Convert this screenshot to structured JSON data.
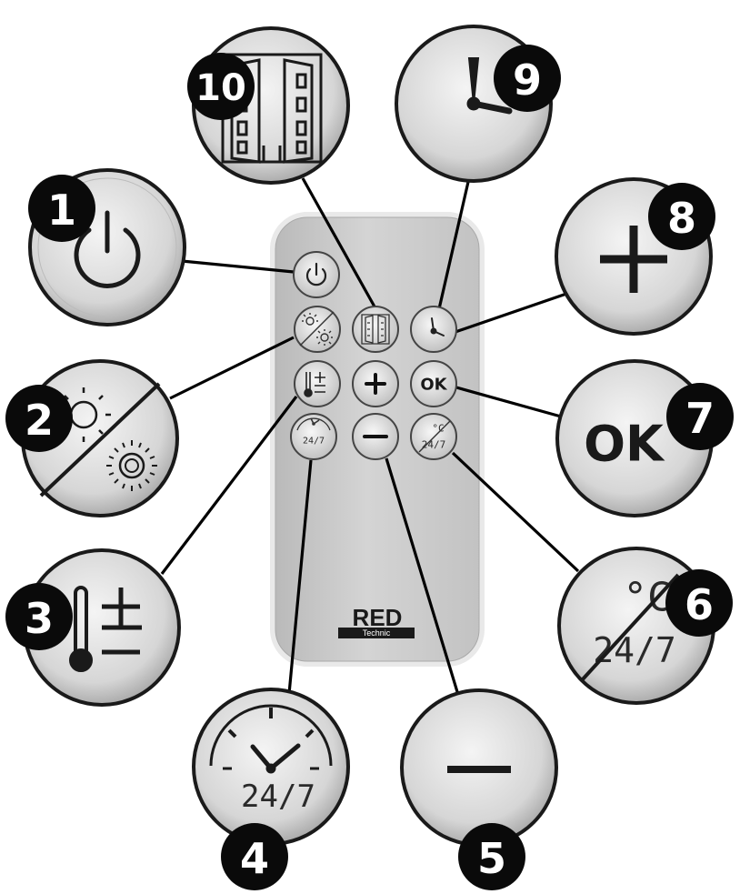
{
  "remote": {
    "brand": "RED",
    "brand_sub": "Technic",
    "ok_label": "OK",
    "timer_label": "24/7",
    "temp_unit": "°C",
    "temp_timer_label": "24/7"
  },
  "callouts": [
    {
      "number": "1",
      "icon": "power-icon"
    },
    {
      "number": "2",
      "icon": "day-night-icon"
    },
    {
      "number": "3",
      "icon": "thermometer-plus-minus-icon"
    },
    {
      "number": "4",
      "icon": "timer-24-7-icon"
    },
    {
      "number": "5",
      "icon": "minus-icon"
    },
    {
      "number": "6",
      "icon": "celsius-24-7-icon"
    },
    {
      "number": "7",
      "icon": "ok-icon"
    },
    {
      "number": "8",
      "icon": "plus-icon"
    },
    {
      "number": "9",
      "icon": "clock-icon"
    },
    {
      "number": "10",
      "icon": "open-window-icon"
    }
  ]
}
